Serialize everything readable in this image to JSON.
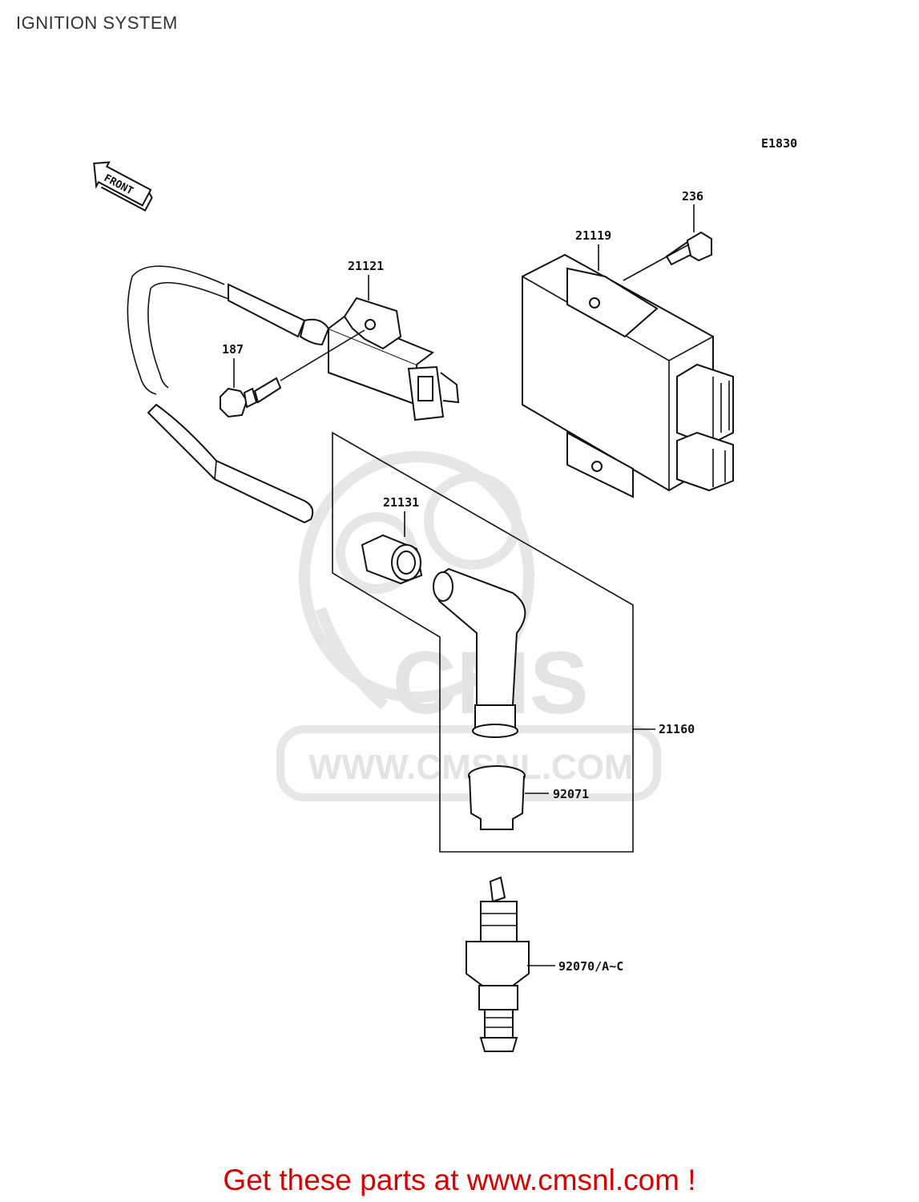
{
  "title": "IGNITION SYSTEM",
  "diagram_code": "E1830",
  "front_marker": "FRONT",
  "watermark": {
    "logo": "CMS",
    "url": "WWW.CMSNL.COM"
  },
  "callouts": {
    "p236": "236",
    "p21119": "21119",
    "p21121": "21121",
    "p187": "187",
    "p21131": "21131",
    "p21160": "21160",
    "p92071": "92071",
    "p92070": "92070/A~C"
  },
  "banner": "Get these parts at www.cmsnl.com !",
  "colors": {
    "banner": "#d40000",
    "line": "#111111",
    "watermark": "#e3e3e3"
  }
}
